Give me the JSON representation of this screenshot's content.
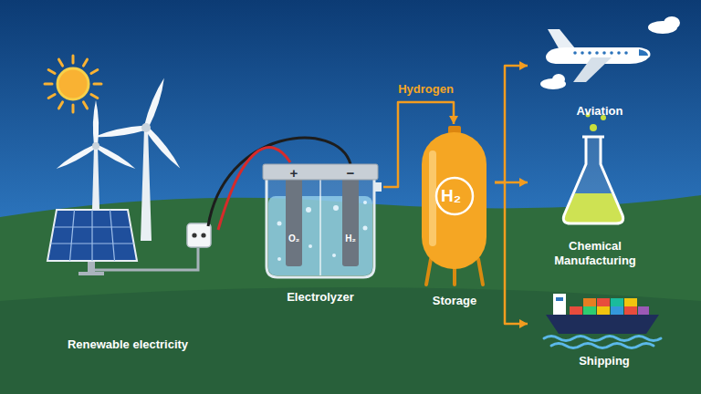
{
  "diagram": {
    "nodes": [
      {
        "text": [
          "Renewable electricity"
        ]
      },
      {
        "text": [
          "Electrolyzer"
        ]
      },
      {
        "text": [
          "H₂",
          "Storage"
        ]
      },
      {
        "text": [
          "Aviation"
        ]
      },
      {
        "text": [
          "Chemical Manufacturing"
        ]
      },
      {
        "text": [
          "Shipping"
        ]
      }
    ],
    "edges": [
      {
        "from": 0,
        "to": 1,
        "arrow": "none"
      },
      {
        "from": 1,
        "to": 2,
        "label": "Hydrogen",
        "arrow": "to"
      },
      {
        "from": 2,
        "to": 3,
        "arrow": "to"
      },
      {
        "from": 2,
        "to": 4,
        "arrow": "to"
      },
      {
        "from": 2,
        "to": 5,
        "arrow": "to"
      }
    ],
    "labels": [
      "+",
      "−",
      "O₂",
      "H₂"
    ]
  }
}
